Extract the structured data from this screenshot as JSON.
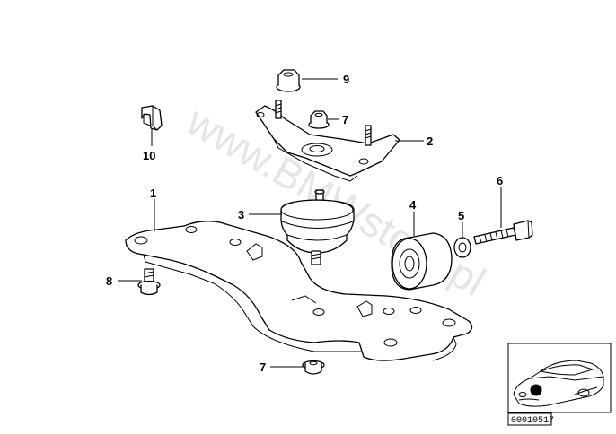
{
  "callouts": {
    "c1": "1",
    "c2": "2",
    "c3": "3",
    "c4": "4",
    "c5": "5",
    "c6": "6",
    "c7a": "7",
    "c7b": "7",
    "c8": "8",
    "c9": "9",
    "c10": "10"
  },
  "watermark": "www.BMWstore.pl",
  "reference_code": "00010517"
}
